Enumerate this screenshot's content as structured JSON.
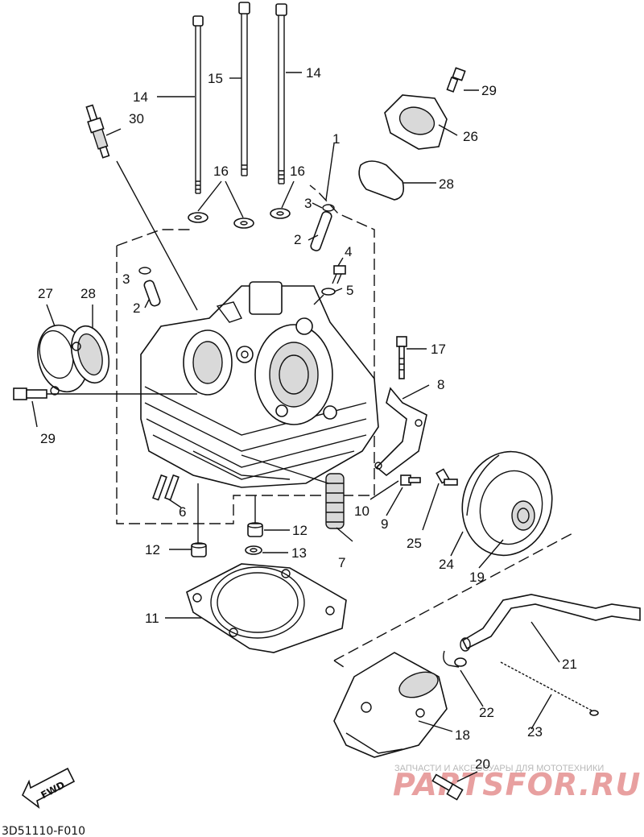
{
  "diagram": {
    "parts": [
      {
        "id": "p1",
        "label": "1"
      },
      {
        "id": "p2a",
        "label": "2"
      },
      {
        "id": "p2b",
        "label": "2"
      },
      {
        "id": "p3a",
        "label": "3"
      },
      {
        "id": "p3b",
        "label": "3"
      },
      {
        "id": "p4",
        "label": "4"
      },
      {
        "id": "p5",
        "label": "5"
      },
      {
        "id": "p6",
        "label": "6"
      },
      {
        "id": "p7",
        "label": "7"
      },
      {
        "id": "p8",
        "label": "8"
      },
      {
        "id": "p9",
        "label": "9"
      },
      {
        "id": "p10",
        "label": "10"
      },
      {
        "id": "p11",
        "label": "11"
      },
      {
        "id": "p12a",
        "label": "12"
      },
      {
        "id": "p12b",
        "label": "12"
      },
      {
        "id": "p13",
        "label": "13"
      },
      {
        "id": "p14a",
        "label": "14"
      },
      {
        "id": "p14b",
        "label": "14"
      },
      {
        "id": "p15",
        "label": "15"
      },
      {
        "id": "p16a",
        "label": "16"
      },
      {
        "id": "p16b",
        "label": "16"
      },
      {
        "id": "p17",
        "label": "17"
      },
      {
        "id": "p18",
        "label": "18"
      },
      {
        "id": "p19",
        "label": "19"
      },
      {
        "id": "p20",
        "label": "20"
      },
      {
        "id": "p21",
        "label": "21"
      },
      {
        "id": "p22",
        "label": "22"
      },
      {
        "id": "p23",
        "label": "23"
      },
      {
        "id": "p24",
        "label": "24"
      },
      {
        "id": "p25",
        "label": "25"
      },
      {
        "id": "p26",
        "label": "26"
      },
      {
        "id": "p27",
        "label": "27"
      },
      {
        "id": "p28a",
        "label": "28"
      },
      {
        "id": "p28b",
        "label": "28"
      },
      {
        "id": "p29a",
        "label": "29"
      },
      {
        "id": "p29b",
        "label": "29"
      },
      {
        "id": "p30",
        "label": "30"
      }
    ],
    "direction_label": "FWD",
    "drawing_code": "3D51110-F010"
  },
  "watermark": {
    "tagline": "ЗАПЧАСТИ И АКСЕССУАРЫ ДЛЯ МОТОТЕХНИКИ",
    "brand": "PARTSFOR.RU",
    "brand_color": "#e8a0a0"
  }
}
